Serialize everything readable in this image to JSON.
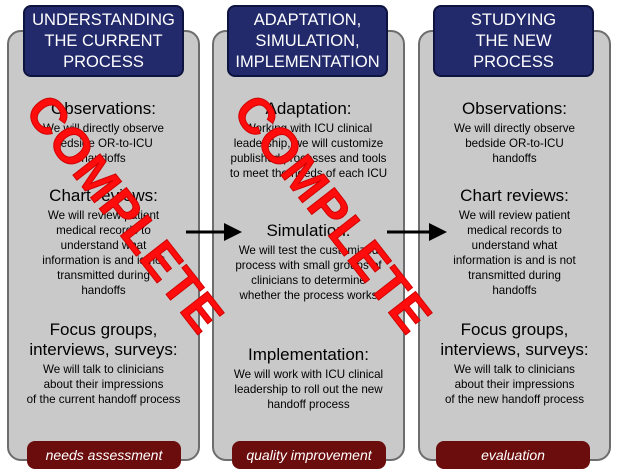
{
  "columns": [
    {
      "header": "UNDERSTANDING\nTHE CURRENT\nPROCESS",
      "sections": [
        {
          "heading": "Observations:",
          "body": "We will directly observe\nbedside OR-to-ICU\nhandoffs"
        },
        {
          "heading": "Chart reviews:",
          "body": "We will review patient\nmedical records to\nunderstand what\ninformation is and is not\ntransmitted during\nhandoffs"
        },
        {
          "heading": "Focus groups,\ninterviews, surveys:",
          "body": "We will talk to clinicians\nabout their impressions\nof the current handoff process"
        }
      ],
      "footer": "needs assessment"
    },
    {
      "header": "ADAPTATION,\nSIMULATION,\nIMPLEMENTATION",
      "sections": [
        {
          "heading": "Adaptation:",
          "body": "Working with ICU clinical\nleadership, we will customize\npublished processes and tools\nto meet the needs of each ICU"
        },
        {
          "heading": "Simulation:",
          "body": "We will test the customized\nprocess with small groups of\nclinicians to determine\nwhether the process works"
        },
        {
          "heading": "Implementation:",
          "body": "We will work with ICU clinical\nleadership to roll out the new\nhandoff process"
        }
      ],
      "footer": "quality improvement"
    },
    {
      "header": "STUDYING\nTHE NEW\nPROCESS",
      "sections": [
        {
          "heading": "Observations:",
          "body": "We will directly observe\nbedside OR-to-ICU\nhandoffs"
        },
        {
          "heading": "Chart reviews:",
          "body": "We will review patient\nmedical records to\nunderstand what\ninformation is and is not\ntransmitted during\nhandoffs"
        },
        {
          "heading": "Focus groups,\ninterviews, surveys:",
          "body": "We will talk to clinicians\nabout their impressions\nof the new handoff process"
        }
      ],
      "footer": "evaluation"
    }
  ],
  "stamps": [
    "COMPLETE",
    "COMPLETE"
  ],
  "colors": {
    "header_bg": "#232a6b",
    "footer_bg": "#6b0d0d",
    "panel_bg": "#c9c9c9",
    "stamp": "#ff0d0d"
  }
}
